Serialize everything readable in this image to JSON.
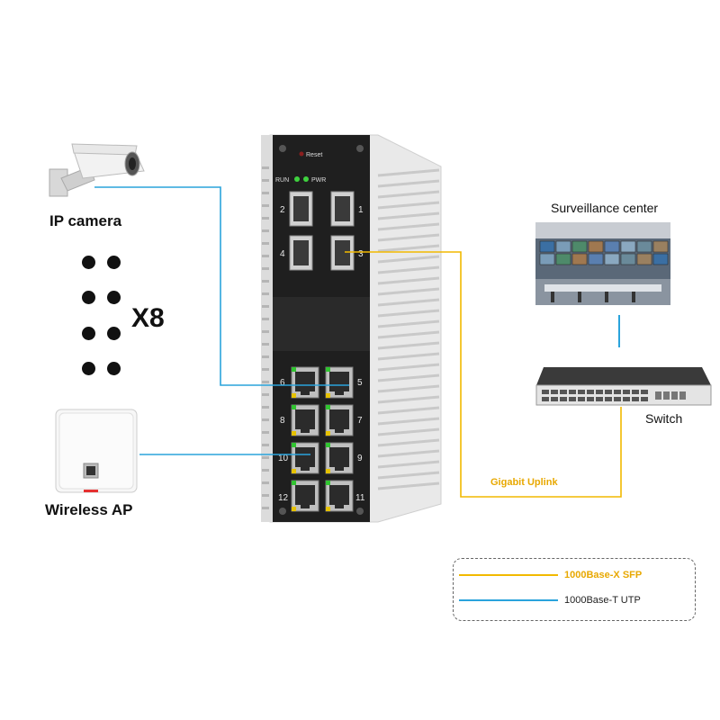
{
  "devices": {
    "ip_camera": "IP camera",
    "wireless_ap": "Wireless AP",
    "surveillance_center": "Surveillance center",
    "switch": "Switch"
  },
  "multiplier": "X8",
  "switch_panel": {
    "reset": "Reset",
    "run": "RUN",
    "pwr": "PWR",
    "sfp_ports": [
      "2",
      "1",
      "4",
      "3"
    ],
    "rj45_ports": [
      "6",
      "5",
      "8",
      "7",
      "10",
      "9",
      "12",
      "11"
    ]
  },
  "links": {
    "uplink_label": "Gigabit Uplink"
  },
  "legend": {
    "sfp": "1000Base-X SFP",
    "utp": "1000Base-T UTP"
  },
  "colors": {
    "sfp_line": "#f2b900",
    "utp_line": "#2aa3dc",
    "panel": "#1e1e1e",
    "chassis": "#e6e6e6"
  }
}
